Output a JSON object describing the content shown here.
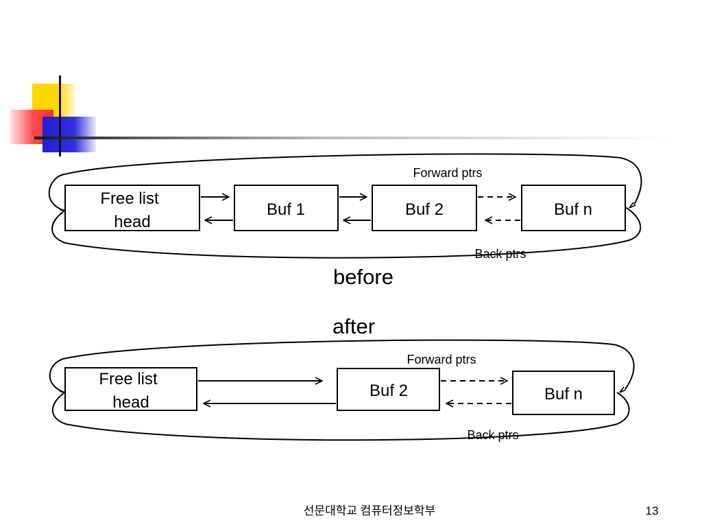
{
  "diagram_before": {
    "head_line1": "Free list",
    "head_line2": "head",
    "buf1": "Buf 1",
    "buf2": "Buf 2",
    "bufn": "Buf n",
    "forward_label": "Forward ptrs",
    "back_label": "Back ptrs",
    "caption": "before"
  },
  "diagram_after": {
    "caption": "after",
    "head_line1": "Free list",
    "head_line2": "head",
    "buf2": "Buf 2",
    "bufn": "Buf n",
    "forward_label": "Forward ptrs",
    "back_label": "Back ptrs"
  },
  "footer": {
    "organization": "선문대학교 컴퓨터정보학부",
    "page_number": "13"
  },
  "colors": {
    "accent_yellow": "#ffd700",
    "accent_red": "#ff4a4a",
    "accent_blue": "#2020d0"
  }
}
